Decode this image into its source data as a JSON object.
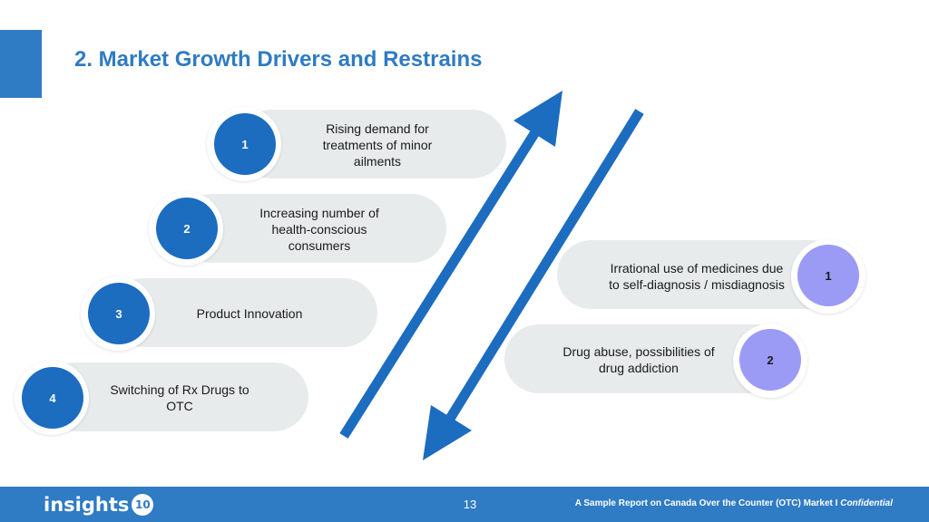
{
  "slide": {
    "title": "2. Market Growth Drivers and Restrains"
  },
  "drivers": [
    {
      "number": "1",
      "text": "Rising demand for treatments of minor ailments"
    },
    {
      "number": "2",
      "text": "Increasing number of health-conscious consumers"
    },
    {
      "number": "3",
      "text": "Product Innovation"
    },
    {
      "number": "4",
      "text": "Switching of Rx Drugs to OTC"
    }
  ],
  "restrains": [
    {
      "number": "1",
      "text": "Irrational use of medicines due to self-diagnosis / misdiagnosis"
    },
    {
      "number": "2",
      "text": "Drug abuse, possibilities of drug addiction"
    }
  ],
  "footer": {
    "logo_text": "insights",
    "logo_badge": "10",
    "page_number": "13",
    "note": "A Sample Report on Canada Over the Counter (OTC) Market I",
    "note_emphasis": "Confidential"
  },
  "colors": {
    "accent": "#2f7bc4",
    "driver_circle": "#1c6cc0",
    "restrain_circle": "#9b9bf6",
    "pill": "#e8ebec"
  },
  "icons": {
    "up_arrow": "up-right-arrow-icon",
    "down_arrow": "down-left-arrow-icon"
  }
}
